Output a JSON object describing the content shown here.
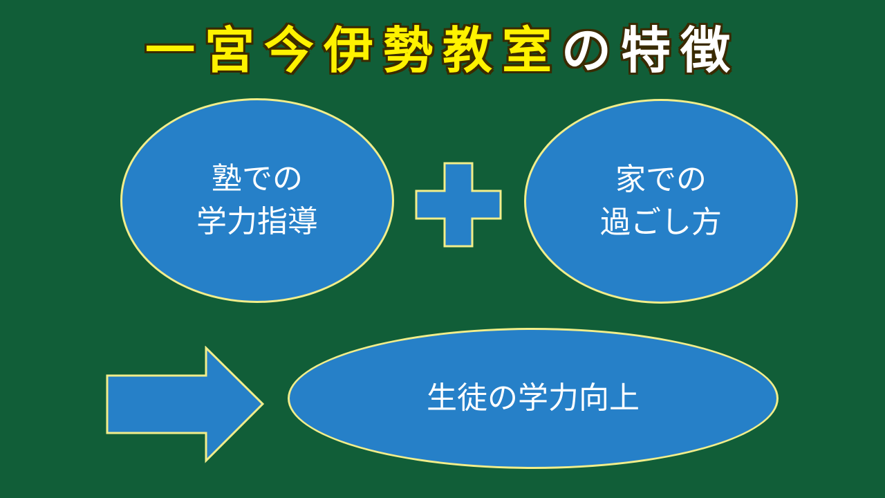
{
  "title": {
    "highlight": "一宮今伊勢教室",
    "rest": "の特徴"
  },
  "diagram": {
    "box_left": {
      "line1": "塾での",
      "line2": "学力指導"
    },
    "box_right": {
      "line1": "家での",
      "line2": "過ごし方"
    },
    "result": "生徒の学力向上",
    "connector_plus": "plus-icon",
    "connector_arrow": "arrow-right-icon"
  },
  "colors": {
    "background": "#115e38",
    "shape_fill": "#2680c8",
    "shape_border": "#f2ee8a",
    "title_yellow": "#fff200",
    "text_white": "#ffffff"
  }
}
